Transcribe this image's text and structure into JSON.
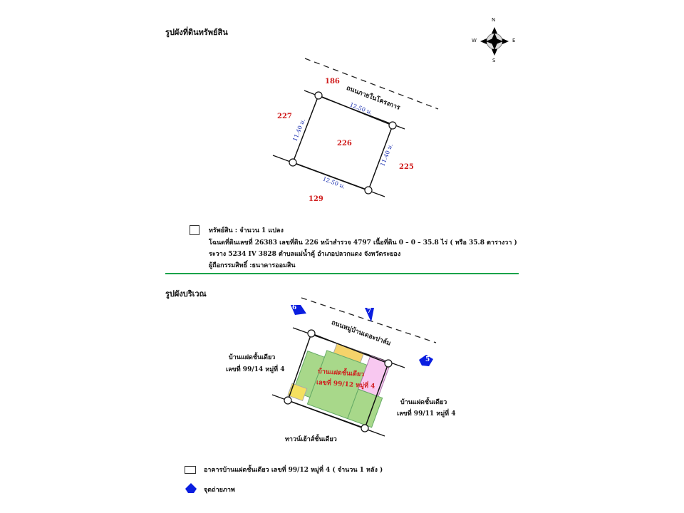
{
  "land_section": {
    "title": "รูปผังที่ดินทรัพย์สิน",
    "road_label": "ถนนภายในโครงการ",
    "parcel_numbers": {
      "north": "186",
      "west": "227",
      "center": "226",
      "east": "225",
      "south": "129"
    },
    "dimensions": {
      "top": "12.50 ม.",
      "bottom": "12.50 ม.",
      "left": "11.40 ม.",
      "right": "11.40 ม."
    },
    "legend": {
      "line1": "ทรัพย์สิน : จำนวน 1 แปลง",
      "line2": "โฉนดที่ดินเลขที่ 26383 เลขที่ดิน 226 หน้าสำรวจ 4797 เนื้อที่ดิน 0 – 0 – 35.8 ไร่ ( หรือ 35.8 ตารางวา )",
      "line3": "ระวาง 5234 IV 3828 ตำบลแม่น้ำคู้ อำเภอปลวกแดง จังหวัดระยอง",
      "line4": "ผู้ถือกรรมสิทธิ์ :ธนาคารออมสิน"
    }
  },
  "compass": {
    "n": "N",
    "s": "S",
    "e": "E",
    "w": "W"
  },
  "site_section": {
    "title": "รูปผังบริเวณ",
    "road_label": "ถนนหมู่บ้านเดอะปาล์ม",
    "photo_points": [
      "6",
      "7",
      "5"
    ],
    "building_label_1": "บ้านแฝดชั้นเดียว",
    "building_label_2": "เลขที่ 99/12 หมู่ที่ 4",
    "west_neighbor_1": "บ้านแฝดชั้นเดียว",
    "west_neighbor_2": "เลขที่ 99/14 หมู่ที่ 4",
    "east_neighbor_1": "บ้านแฝดชั้นเดียว",
    "east_neighbor_2": "เลขที่ 99/11 หมู่ที่ 4",
    "south_neighbor": "ทาวน์เฮ้าส์ชั้นเดียว",
    "legend": {
      "building": "อาคารบ้านแฝดชั้นเดียว  เลขที่ 99/12 หมู่ที่ 4 ( จำนวน 1 หลัง )",
      "photo_point": "จุดถ่ายภาพ"
    }
  },
  "colors": {
    "divider": "#1aa34a",
    "parcel_number": "#d01c1c",
    "dimension": "#1a2fb0",
    "marker": "#0a1ee0"
  }
}
